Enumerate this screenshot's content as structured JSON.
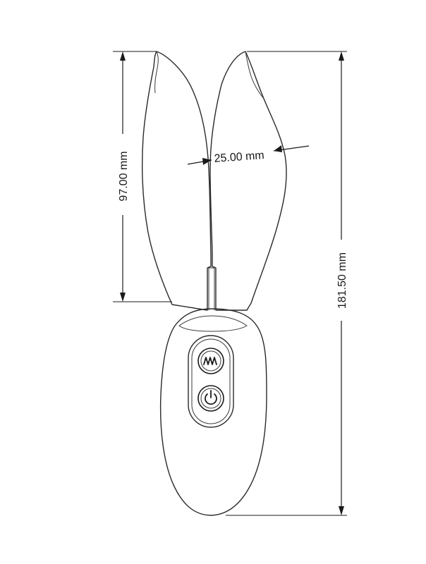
{
  "dimensions": {
    "ear_length": "97.00 mm",
    "ear_gap": "25.00 mm",
    "total_height": "181.50 mm"
  },
  "buttons": {
    "vibration_icon": "wave-icon",
    "power_icon": "power-icon"
  },
  "colors": {
    "line": "#1a1a1a",
    "background": "#ffffff"
  }
}
